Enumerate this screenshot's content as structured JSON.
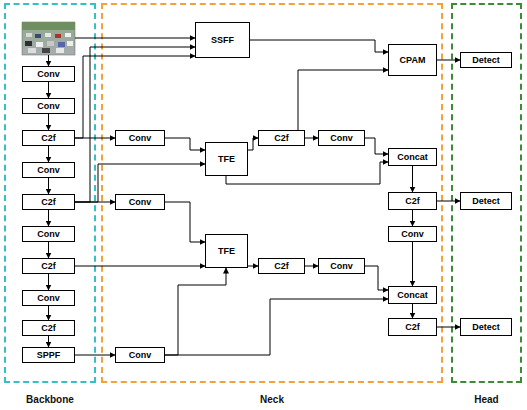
{
  "diagram": {
    "nodes": [
      {
        "text": [
          "Backbone"
        ]
      },
      {
        "text": [
          "Conv"
        ],
        "in": 0
      },
      {
        "text": [
          "Conv"
        ],
        "in": 0
      },
      {
        "text": [
          "C2f"
        ],
        "in": 0
      },
      {
        "text": [
          "Conv"
        ],
        "in": 0
      },
      {
        "text": [
          "C2f"
        ],
        "in": 0
      },
      {
        "text": [
          "Conv"
        ],
        "in": 0
      },
      {
        "text": [
          "C2f"
        ],
        "in": 0
      },
      {
        "text": [
          "Conv"
        ],
        "in": 0
      },
      {
        "text": [
          "C2f"
        ],
        "in": 0
      },
      {
        "text": [
          "SPPF"
        ],
        "in": 0
      },
      {
        "text": [
          "Neck"
        ]
      },
      {
        "text": [
          "SSFF"
        ],
        "in": 11
      },
      {
        "text": [
          "CPAM"
        ],
        "in": 11
      },
      {
        "text": [
          "Conv"
        ],
        "in": 11
      },
      {
        "text": [
          "TFE"
        ],
        "in": 11
      },
      {
        "text": [
          "C2f"
        ],
        "in": 11
      },
      {
        "text": [
          "Conv"
        ],
        "in": 11
      },
      {
        "text": [
          "Concat"
        ],
        "in": 11
      },
      {
        "text": [
          "C2f"
        ],
        "in": 11
      },
      {
        "text": [
          "Conv"
        ],
        "in": 11
      },
      {
        "text": [
          "Conv"
        ],
        "in": 11
      },
      {
        "text": [
          "TFE"
        ],
        "in": 11
      },
      {
        "text": [
          "C2f"
        ],
        "in": 11
      },
      {
        "text": [
          "Conv"
        ],
        "in": 11
      },
      {
        "text": [
          "Concat"
        ],
        "in": 11
      },
      {
        "text": [
          "C2f"
        ],
        "in": 11
      },
      {
        "text": [
          "Conv"
        ],
        "in": 11
      },
      {
        "text": [
          "Head"
        ]
      },
      {
        "text": [
          "Detect"
        ],
        "in": 28
      },
      {
        "text": [
          "Detect"
        ],
        "in": 28
      },
      {
        "text": [
          "Detect"
        ],
        "in": 28
      }
    ],
    "edges": [
      {
        "from": 1,
        "to": 2,
        "arrow": "to"
      },
      {
        "from": 2,
        "to": 3,
        "arrow": "to"
      },
      {
        "from": 3,
        "to": 4,
        "arrow": "to"
      },
      {
        "from": 4,
        "to": 5,
        "arrow": "to"
      },
      {
        "from": 5,
        "to": 6,
        "arrow": "to"
      },
      {
        "from": 6,
        "to": 7,
        "arrow": "to"
      },
      {
        "from": 7,
        "to": 8,
        "arrow": "to"
      },
      {
        "from": 8,
        "to": 9,
        "arrow": "to"
      },
      {
        "from": 9,
        "to": 10,
        "arrow": "to"
      },
      {
        "from": 3,
        "to": 14,
        "arrow": "to"
      },
      {
        "from": 3,
        "to": 12,
        "arrow": "to"
      },
      {
        "from": 5,
        "to": 12,
        "arrow": "to"
      },
      {
        "from": 14,
        "to": 15,
        "arrow": "to"
      },
      {
        "from": 5,
        "to": 15,
        "arrow": "to"
      },
      {
        "from": 5,
        "to": 21,
        "arrow": "to"
      },
      {
        "from": 21,
        "to": 22,
        "arrow": "to"
      },
      {
        "from": 7,
        "to": 22,
        "arrow": "to"
      },
      {
        "from": 10,
        "to": 27,
        "arrow": "to"
      },
      {
        "from": 27,
        "to": 22,
        "arrow": "to"
      },
      {
        "from": 27,
        "to": 25,
        "arrow": "to"
      },
      {
        "from": 15,
        "to": 16,
        "arrow": "to"
      },
      {
        "from": 16,
        "to": 17,
        "arrow": "to"
      },
      {
        "from": 16,
        "to": 13,
        "arrow": "to"
      },
      {
        "from": 12,
        "to": 13,
        "arrow": "to"
      },
      {
        "from": 13,
        "to": 29,
        "arrow": "to"
      },
      {
        "from": 17,
        "to": 18,
        "arrow": "to"
      },
      {
        "from": 15,
        "to": 18,
        "arrow": "to"
      },
      {
        "from": 18,
        "to": 19,
        "arrow": "to"
      },
      {
        "from": 19,
        "to": 30,
        "arrow": "to"
      },
      {
        "from": 19,
        "to": 20,
        "arrow": "to"
      },
      {
        "from": 20,
        "to": 25,
        "arrow": "to"
      },
      {
        "from": 22,
        "to": 23,
        "arrow": "to"
      },
      {
        "from": 23,
        "to": 24,
        "arrow": "to"
      },
      {
        "from": 24,
        "to": 25,
        "arrow": "to"
      },
      {
        "from": 25,
        "to": 26,
        "arrow": "to"
      },
      {
        "from": 26,
        "to": 31,
        "arrow": "to"
      }
    ]
  }
}
